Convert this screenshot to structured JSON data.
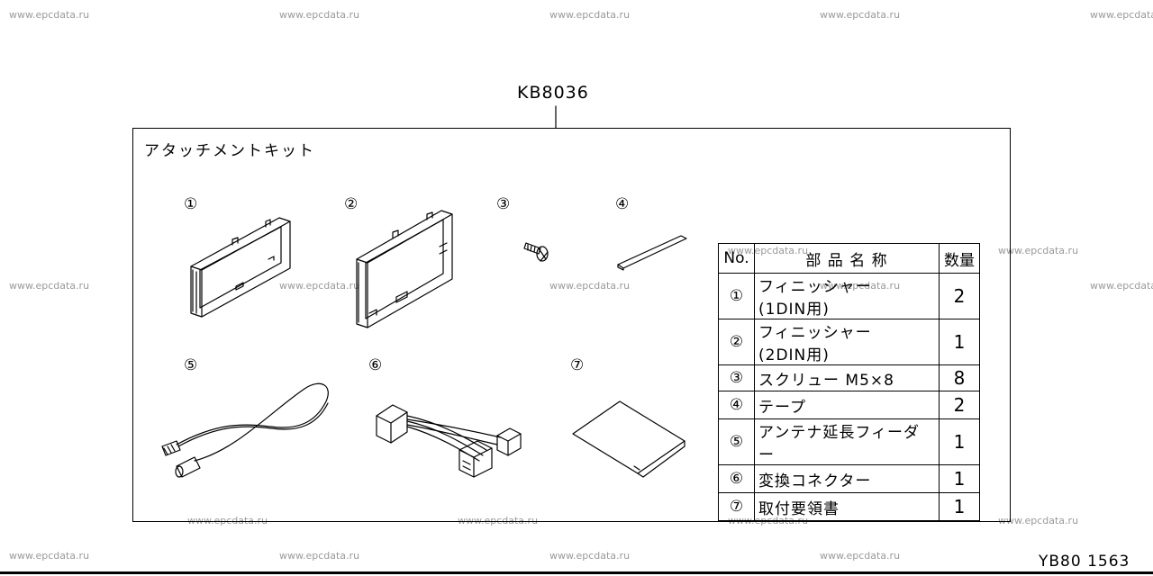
{
  "watermark": "www.epcdata.ru",
  "part_number": "KB8036",
  "kit_title": "アタッチメントキット",
  "callouts": [
    "①",
    "②",
    "③",
    "④",
    "⑤",
    "⑥",
    "⑦"
  ],
  "table": {
    "header": {
      "no": "No.",
      "name": "部 品 名 称",
      "qty": "数量"
    },
    "rows": [
      {
        "no": "①",
        "name_line1": "フィニッシャー",
        "name_line2": "(1DIN用)",
        "qty": "2"
      },
      {
        "no": "②",
        "name_line1": "フィニッシャー",
        "name_line2": "(2DIN用)",
        "qty": "1"
      },
      {
        "no": "③",
        "name_line1": "スクリュー M5×8",
        "qty": "8"
      },
      {
        "no": "④",
        "name_line1": "テープ",
        "qty": "2"
      },
      {
        "no": "⑤",
        "name_line1": "アンテナ延長フィーダー",
        "qty": "1"
      },
      {
        "no": "⑥",
        "name_line1": "変換コネクター",
        "qty": "1"
      },
      {
        "no": "⑦",
        "name_line1": "取付要領書",
        "qty": "1"
      }
    ]
  },
  "diagram_code": "YB80 1563"
}
